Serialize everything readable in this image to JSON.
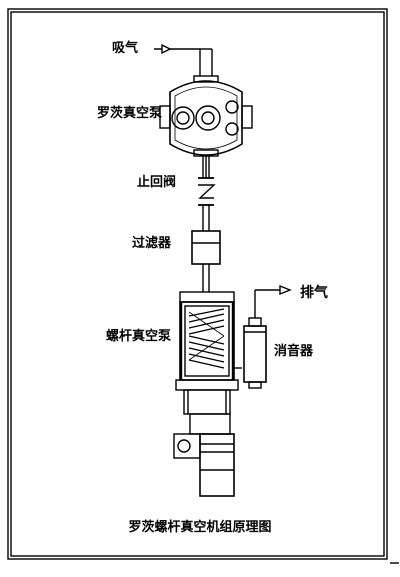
{
  "labels": {
    "intake": "吸气",
    "roots_pump": "罗茨真空泵",
    "check_valve": "止回阀",
    "filter": "过滤器",
    "exhaust": "排气",
    "screw_pump": "螺杆真空泵",
    "muffler": "消音器"
  },
  "caption": "罗茨螺杆真空机组原理图"
}
